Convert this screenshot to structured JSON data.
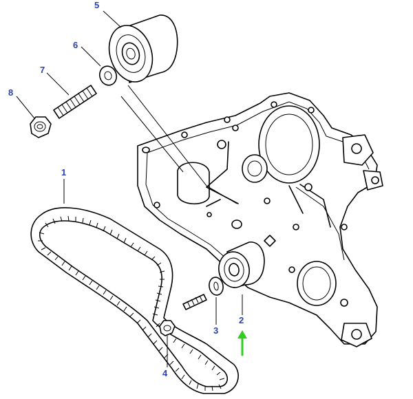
{
  "callouts": {
    "c1": "1",
    "c2": "2",
    "c3": "3",
    "c4": "4",
    "c5": "5",
    "c6": "6",
    "c7": "7",
    "c8": "8"
  },
  "colors": {
    "callout_text": "#2a3fb0",
    "indicator_arrow": "#33cc22",
    "line_art": "#000000"
  },
  "icons": {
    "highlight": "up-arrow-icon"
  }
}
